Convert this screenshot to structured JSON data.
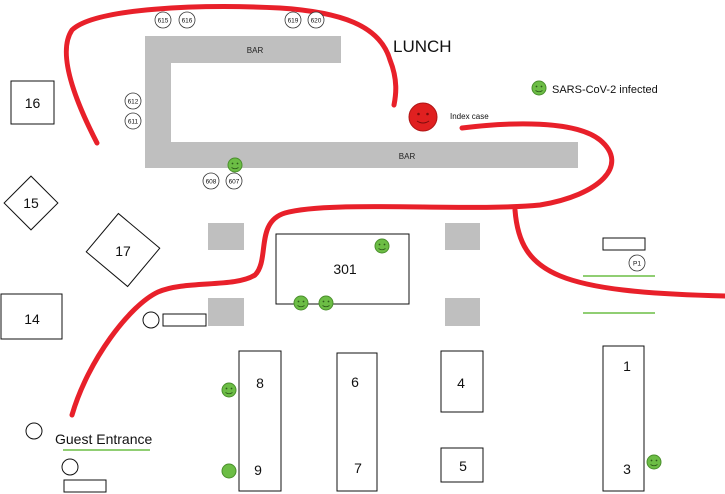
{
  "title": "LUNCH",
  "legend": {
    "label": "SARS-CoV-2 infected"
  },
  "index_case": {
    "label": "Index case"
  },
  "bar_labels": {
    "top": "BAR",
    "bottom": "BAR"
  },
  "tables": {
    "t1": "1",
    "t3": "3",
    "t4": "4",
    "t5": "5",
    "t6": "6",
    "t7": "7",
    "t8": "8",
    "t9": "9",
    "t14": "14",
    "t15": "15",
    "t16": "16",
    "t17": "17",
    "t301": "301"
  },
  "seats": {
    "s615": "615",
    "s616": "616",
    "s619": "619",
    "s620": "620",
    "s612": "612",
    "s611": "611",
    "s608": "608",
    "s607": "607",
    "p1": "P1"
  },
  "entrance": {
    "label": "Guest Entrance"
  },
  "colors": {
    "path": "#e8202a",
    "bar": "#bfbfbf",
    "infected": "#6cbd45",
    "index_case": "#e02020",
    "green_line": "#6cbd45"
  }
}
